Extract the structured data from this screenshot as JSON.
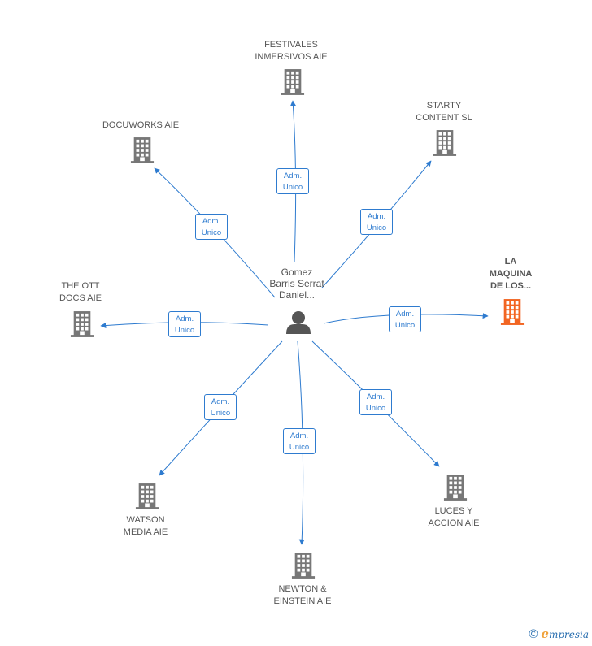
{
  "center": {
    "name": "Gomez\nBarris Serrat\nDaniel..."
  },
  "colors": {
    "edge": "#2e7bcf",
    "building": "#777777",
    "building_highlight": "#f26522",
    "person": "#555555"
  },
  "companies": [
    {
      "id": "festivales",
      "label": "FESTIVALES\nINMERSIVOS AIE",
      "highlight": false,
      "edge_label": "Adm.\nUnico"
    },
    {
      "id": "starty",
      "label": "STARTY\nCONTENT  SL",
      "highlight": false,
      "edge_label": "Adm.\nUnico"
    },
    {
      "id": "docuworks",
      "label": "DOCUWORKS AIE",
      "highlight": false,
      "edge_label": "Adm.\nUnico"
    },
    {
      "id": "maquina",
      "label": "LA\nMAQUINA\nDE LOS...",
      "highlight": true,
      "edge_label": "Adm.\nUnico"
    },
    {
      "id": "ottdocs",
      "label": "THE OTT\nDOCS AIE",
      "highlight": false,
      "edge_label": "Adm.\nUnico"
    },
    {
      "id": "watson",
      "label": "WATSON\nMEDIA  AIE",
      "highlight": false,
      "edge_label": "Adm.\nUnico"
    },
    {
      "id": "luces",
      "label": "LUCES Y\nACCION AIE",
      "highlight": false,
      "edge_label": "Adm.\nUnico"
    },
    {
      "id": "newton",
      "label": "NEWTON &\nEINSTEIN AIE",
      "highlight": false,
      "edge_label": "Adm.\nUnico"
    }
  ],
  "footer": {
    "copyright": "©",
    "brand_initial": "e",
    "brand_rest": "mpresia"
  }
}
